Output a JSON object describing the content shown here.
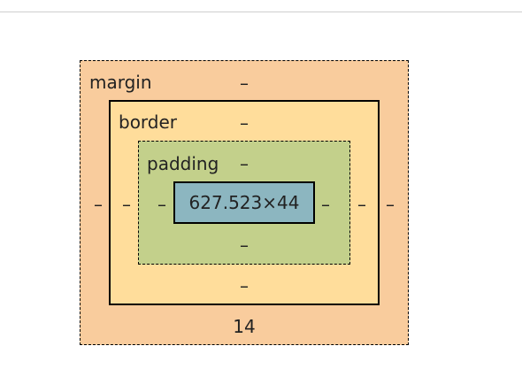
{
  "box_model": {
    "margin": {
      "label": "margin",
      "top": "–",
      "right": "–",
      "bottom": "14",
      "left": "–",
      "color": "#f9cc9d"
    },
    "border": {
      "label": "border",
      "top": "–",
      "right": "–",
      "bottom": "–",
      "left": "–",
      "color": "#ffdd9b"
    },
    "padding": {
      "label": "padding",
      "top": "–",
      "right": "–",
      "bottom": "–",
      "left": "–",
      "color": "#c3d08b"
    },
    "content": {
      "size": "627.523×44",
      "color": "#8cb6c0"
    }
  }
}
